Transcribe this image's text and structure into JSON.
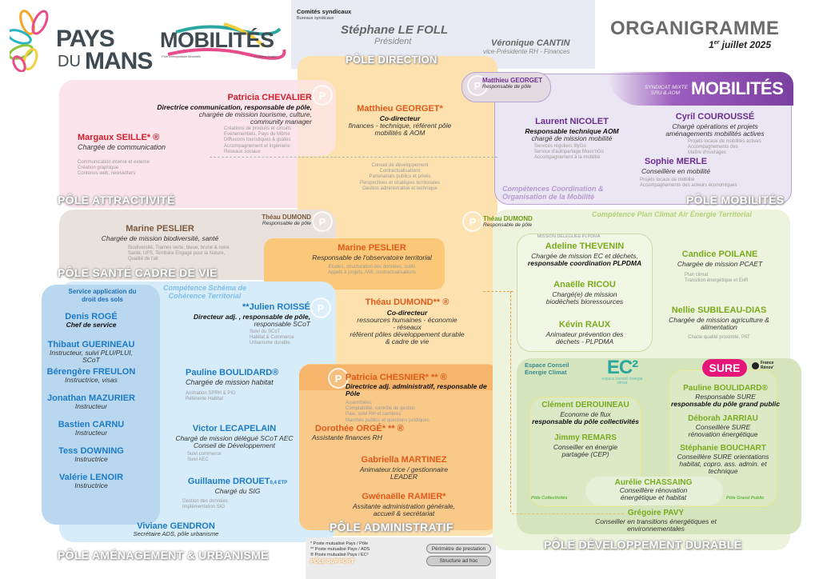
{
  "header": {
    "logo_pays_top": "PAYS",
    "logo_pays_du": "DU",
    "logo_pays_mans": "MANS",
    "logo_mobilites": "MOBILITÉS",
    "logo_mobilites_sub": "Pôle métropolitain Mobilités",
    "logo_mobilites_sub2": "Le Mans-Sarthe",
    "committees_title": "Comités syndicaux",
    "committees_sub": "Bureaux syndicaux",
    "president_name": "Stéphane LE FOLL",
    "president_role": "Président",
    "vp_name": "Véronique CANTIN",
    "vp_role": "vice-Présidente RH - Finances",
    "title": "ORGANIGRAMME",
    "date_day": "1",
    "date_sup": "er",
    "date_rest": " juillet 2025"
  },
  "colors": {
    "attractivite": "#fce4ec",
    "direction": "#fde2b0",
    "mobilites": "#ebe6f3",
    "mobilites_accent": "#7b3fa0",
    "sante": "#e9e1dc",
    "amenagement": "#d6ecf9",
    "amenagement_dark": "#b7d7f0",
    "administratif": "#f9c98a",
    "developpement": "#edf3dc",
    "developpement_dark": "#d4e4bd",
    "red_name": "#d0202c",
    "orange_name": "#e05a1a",
    "purple_name": "#6b2d91",
    "brown_name": "#7a5a42",
    "blue_name": "#1d7ac6",
    "green_name": "#7aab1f"
  },
  "direction": {
    "label": "PÔLE DIRECTION",
    "p1_name": "Matthieu GEORGET*",
    "p1_role_bold": "Co-directeur",
    "p1_role": "finances - technique, référent pôle mobilités & AOM",
    "p1_tasks": [
      "Conseil de développement",
      "Contractualisations",
      "Partenariats publics et privés",
      "Perspectives et stratégies territoriales",
      "Gestion administrative et technique"
    ],
    "p2_name": "Marine PESLIER",
    "p2_role": "Responsable de l'observatoire territorial",
    "p2_tasks": [
      "Etudes, structuration des données, outils",
      "Appels à projets, AMI, contractualisations"
    ],
    "p3_name": "Théau DUMOND** ®",
    "p3_role_bold": "Co-directeur",
    "p3_role": "ressources humaines - économie - réseaux",
    "p3_role2": "référent pôles développement durable & cadre de vie"
  },
  "attractivite": {
    "label": "PÔLE ATTRACTIVITÉ",
    "lead_name": "Patricia CHEVALIER",
    "lead_role_bold": "Directrice communication, responsable de pôle,",
    "lead_role": "chargée de mission tourisme, culture, community manager",
    "lead_tasks": [
      "Créations de produits et circuits",
      "Evénementiels, Pays du Môme",
      "Diffusions touristiques & guides",
      "Accompagnement et ingénierie",
      "Réseaux sociaux"
    ],
    "m_name": "Margaux SEILLE* ®",
    "m_role": "Chargée de communication",
    "m_tasks": [
      "Communication interne et externe",
      "Création graphique",
      "Contenus web, newsletters"
    ]
  },
  "mobilites": {
    "label": "PÔLE MOBILITÉS",
    "lead_name": "Matthieu GEORGET",
    "lead_role": "Responsable de pôle",
    "syndicat": "SYNDICAT MIXTE",
    "syndicat2": "SRU & AOM",
    "logo": "MOBILITÉS",
    "competence": "Compétences Coordination & Organisation de la Mobilité",
    "n1_name": "Laurent NICOLET",
    "n1_role_bold": "Responsable technique AOM",
    "n1_role": "chargé de mission mobilité",
    "n1_tasks": [
      "Services réguliers IllyGo",
      "Service d'autopartage Mouv'nGo",
      "Accompagnement à la mobilité"
    ],
    "n2_name": "Cyril COUROUSSÉ",
    "n2_role": "Chargé opérations et projets aménagements mobilités actives",
    "n2_tasks": [
      "Projets locaux de mobilités actives",
      "Accompagnements des",
      "Maître d'ouvrages"
    ],
    "n3_name": "Sophie MERLE",
    "n3_role": "Conseillère en mobilité",
    "n3_tasks": [
      "Projets locaux de mobilité",
      "Accompagnements des acteurs économiques"
    ]
  },
  "sante": {
    "label": "PÔLE SANTÉ CADRE DE VIE",
    "lead_name": "Théau DUMOND",
    "lead_role": "Responsable de pôle",
    "m_name": "Marine PESLIER",
    "m_role": "Chargée de mission biodiversité, santé",
    "m_tasks": [
      "Biodiversité, Trames verte, bleue, brune & noire",
      "Santé, UFS, Territoire Engagé pour la Nature,",
      "Qualité de l'air"
    ]
  },
  "amenagement": {
    "label": "PÔLE AMÉNAGEMENT & URBANISME",
    "ads_title": "Service application du droit des sols",
    "scot_title": "Compétence Schéma de Cohérence Territorial",
    "ads": [
      {
        "name": "Denis ROGÉ",
        "role": "Chef de service"
      },
      {
        "name": "Thibaut GUERINEAU",
        "role": "Instructeur, suivi PLU/PLUI, SCoT"
      },
      {
        "name": "Bérengère FREULON",
        "role": "Instructrice, visas"
      },
      {
        "name": "Jonathan MAZURIER",
        "role": "Instructeur"
      },
      {
        "name": "Bastien CARNU",
        "role": "Instructeur"
      },
      {
        "name": "Tess DOWNING",
        "role": "Instructrice"
      },
      {
        "name": "Valérie LENOIR",
        "role": "Instructrice"
      }
    ],
    "lead_name": "**Julien ROISSÉ",
    "lead_role_bold": "Directeur adj. , responsable de pôle,",
    "lead_role": "responsable SCoT",
    "lead_tasks": [
      "Suivi du SCoT",
      "Habitat & Commerce",
      "Urbanisme durable"
    ],
    "pb_name": "Pauline BOULIDARD®",
    "pb_role": "Chargée de mission habitat",
    "pb_tasks": [
      "Animation SPRH & PIG",
      "Référente Habitat"
    ],
    "vl_name": "Victor LECAPELAIN",
    "vl_role": "Chargé de mission délégué SCoT AEC Conseil de Développement",
    "vl_tasks": [
      "Suivi commerce",
      "Suivi AEC"
    ],
    "gd_name": "Guillaume DROUET",
    "gd_etp": "0,4 ETP",
    "gd_role": "Chargé du SIG",
    "gd_tasks": [
      "Gestion des données",
      "Implémentation SIG"
    ],
    "vg_name": "Viviane GENDRON",
    "vg_role": "Secrétaire ADS, pôle urbanisme"
  },
  "administratif": {
    "label": "PÔLE ADMINISTRATIF",
    "lead_name": "Patricia CHESNIER* ** ®",
    "lead_role_bold": "Directrice adj. administratif, responsable de Pôle",
    "lead_tasks": [
      "Assemblées",
      "Comptabilité, contrôle de gestion",
      "Paie, suivi RH et carrières",
      "Marchés publics et questions juridiques"
    ],
    "p2_name": "Dorothée ORGÉ* ** ®",
    "p2_role": "Assistante finances RH",
    "p3_name": "Gabriella MARTINEZ",
    "p3_role": "Animateur.trice / gestionnaire LEADER",
    "p4_name": "Gwénaëlle RAMIER*",
    "p4_role": "Assitante administration générale, accueil & secrétariat"
  },
  "legend": {
    "l1": "* Poste mutualisé Pays / Pôle",
    "l2": "** Poste mutualisé Pays / ADS",
    "l3": "® Poste mutualisé Pays / EC²",
    "support": "PÔLE SUPPORT",
    "btn1": "Périmètre de prestation",
    "btn2": "Structure ad hoc"
  },
  "developpement": {
    "label": "PÔLE DÉVELOPPEMENT DURABLE",
    "competence": "Compétence Plan Climat Air Énergie Territorial",
    "lead_name": "Théau DUMOND",
    "lead_role": "Responsable de pôle",
    "plpdma_title": "MISSION DÉLÉGUÉE PLPDMA",
    "at_name": "Adeline THEVENIN",
    "at_role": "Chargée de mission EC et déchets,",
    "at_role_bold": "responsable coordination PLPDMA",
    "ar_name": "Anaëlle RICOU",
    "ar_role": "Chargé(e) de mission biodéchets bioressources",
    "kr_name": "Kévin RAUX",
    "kr_role": "Animateur prévention des déchets - PLPDMA",
    "cp_name": "Candice POILANE",
    "cp_role": "Chargée de mission PCAET",
    "cp_tasks": [
      "Plan climat",
      "Transition énergétique et EnR"
    ],
    "ns_name": "Nellie SUBILEAU-DIAS",
    "ns_role": "Chargée de mission agriculture & alimentation",
    "ns_tasks": [
      "Charte qualité proximité, PAT"
    ],
    "ec_title": "Espace Conseil Énergie Climat",
    "ec_logo": "EC²",
    "ec_logo_sub": "espace conseil énergie climat",
    "sure_logo": "SURE",
    "france_renov": "France Rénov'",
    "cd_name": "Clément DEROUINEAU",
    "cd_role": "Econome de flux",
    "cd_role_bold": "responsable du pôle collectivités",
    "jr_name": "Jimmy REMARS",
    "jr_role": "Conseiller en énergie partagée (CEP)",
    "pb_name": "Pauline BOULIDARD®",
    "pb_role": "Responsable SURE",
    "pb_role_bold": "responsable du pôle grand public",
    "dj_name": "Déborah JARRIAU",
    "dj_role": "Conseillère SURE rénovation énergétique",
    "sb_name": "Stéphanie BOUCHART",
    "sb_role": "Conseillère SURE orientations habitat, copro. ass. admin. et technique",
    "ac_name": "Aurélie CHASSAING",
    "ac_role": "Conseillère rénovation énergétique et habitat",
    "pole_collectivites": "Pôle Collectivités",
    "pole_grand_public": "Pôle Grand Public",
    "gp_name": "Grégoire PAVY",
    "gp_role": "Conseiller en transitions énergétiques et environnementales"
  },
  "badge_letter": "P"
}
